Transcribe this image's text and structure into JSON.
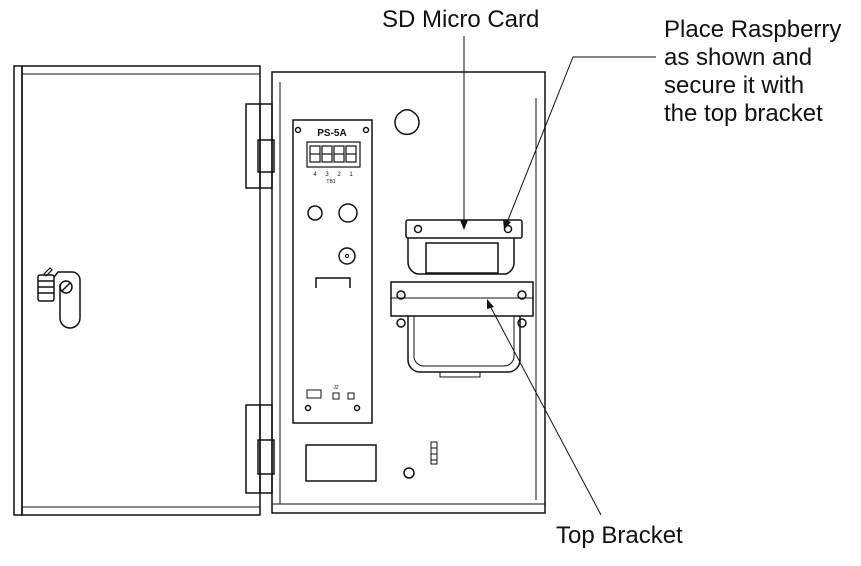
{
  "callouts": {
    "sd_card": "SD Micro Card",
    "place_line1": "Place Raspberry",
    "place_line2": "as shown and",
    "place_line3": "secure it with",
    "place_line4": "the top bracket",
    "top_bracket": "Top Bracket"
  },
  "board": {
    "model": "PS-5A",
    "terminal_numbers": [
      "4",
      "3",
      "2",
      "1"
    ],
    "terminal_block_label": "TB1",
    "jumper_label": "J2"
  },
  "colors": {
    "line": "#111111",
    "fill": "#ffffff"
  }
}
